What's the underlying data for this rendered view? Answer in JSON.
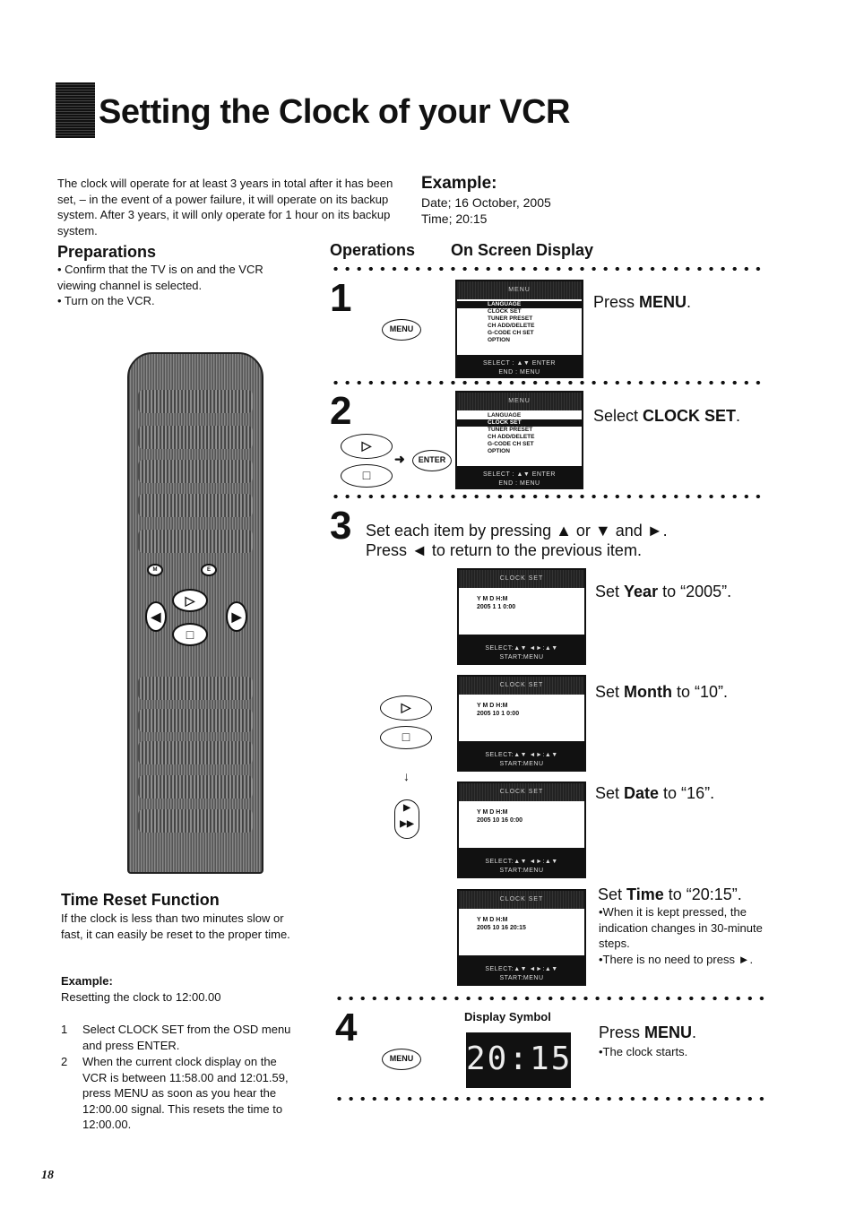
{
  "title": "Setting the Clock of your VCR",
  "intro": "The clock will operate for at least 3 years in total after it has been set, – in the event of a power failure, it will operate on its backup system. After 3 years, it will only operate for 1 hour on its backup system.",
  "example": {
    "heading": "Example:",
    "date": "Date;  16 October, 2005",
    "time": "Time;  20:15"
  },
  "preparations": {
    "heading": "Preparations",
    "items": [
      "• Confirm that the TV is on and the VCR viewing channel is selected.",
      "• Turn on the VCR."
    ]
  },
  "columns": {
    "operations": "Operations",
    "osd": "On Screen Display"
  },
  "buttons": {
    "menu": "MENU",
    "enter": "ENTER"
  },
  "osd_menu": {
    "header": "MENU",
    "items": [
      "LANGUAGE",
      "CLOCK SET",
      "TUNER PRESET",
      "CH ADD/DELETE",
      "G-CODE CH SET",
      "OPTION"
    ],
    "footer1": "SELECT : ▲▼  ENTER",
    "footer2": "END    : MENU"
  },
  "osd_clock": {
    "header": "CLOCK SET",
    "labels": "Y    M    D    H:M",
    "footer1": "SELECT:▲▼   ◄►:▲▼",
    "footer2": "START:MENU"
  },
  "clock_values": [
    "2005   1    1   0:00",
    "2005  10    1   0:00",
    "2005  10   16   0:00",
    "2005  10   16  20:15"
  ],
  "steps": {
    "s1": {
      "num": "1",
      "pre": "Press ",
      "bold": "MENU",
      "post": "."
    },
    "s2": {
      "num": "2",
      "pre": "Select ",
      "bold": "CLOCK SET",
      "post": "."
    },
    "s3": {
      "num": "3",
      "line1": "Set each item by pressing ▲ or ▼ and ►.",
      "line2": "Press ◄ to return to the previous item."
    },
    "year": {
      "pre": "Set ",
      "bold": "Year",
      "post": " to “2005”."
    },
    "month": {
      "pre": "Set ",
      "bold": "Month",
      "post": " to “10”."
    },
    "date": {
      "pre": "Set ",
      "bold": "Date",
      "post": " to “16”."
    },
    "time": {
      "pre": "Set ",
      "bold": "Time",
      "post": " to “20:15”."
    },
    "time_notes": [
      "•When it is kept pressed, the indication changes in 30-minute steps.",
      "•There is no need to press ►."
    ],
    "s4": {
      "num": "4",
      "display_symbol": "Display Symbol",
      "pre": "Press ",
      "bold": "MENU",
      "post": ".",
      "note": "•The clock starts.",
      "lcd": "20:15"
    }
  },
  "reset": {
    "heading": "Time Reset Function",
    "text": "If the clock is less than two minutes slow or fast, it can easily be reset to the proper time.",
    "example_heading": "Example:",
    "example_text": "Resetting the clock to 12:00.00",
    "items": [
      {
        "num": "1",
        "text": "Select CLOCK SET from the OSD menu and press ENTER."
      },
      {
        "num": "2",
        "text": "When the current clock display on the VCR is between 11:58.00 and 12:01.59, press MENU as soon as you hear the 12:00.00 signal. This resets the time to 12:00.00."
      }
    ]
  },
  "page_number": "18"
}
